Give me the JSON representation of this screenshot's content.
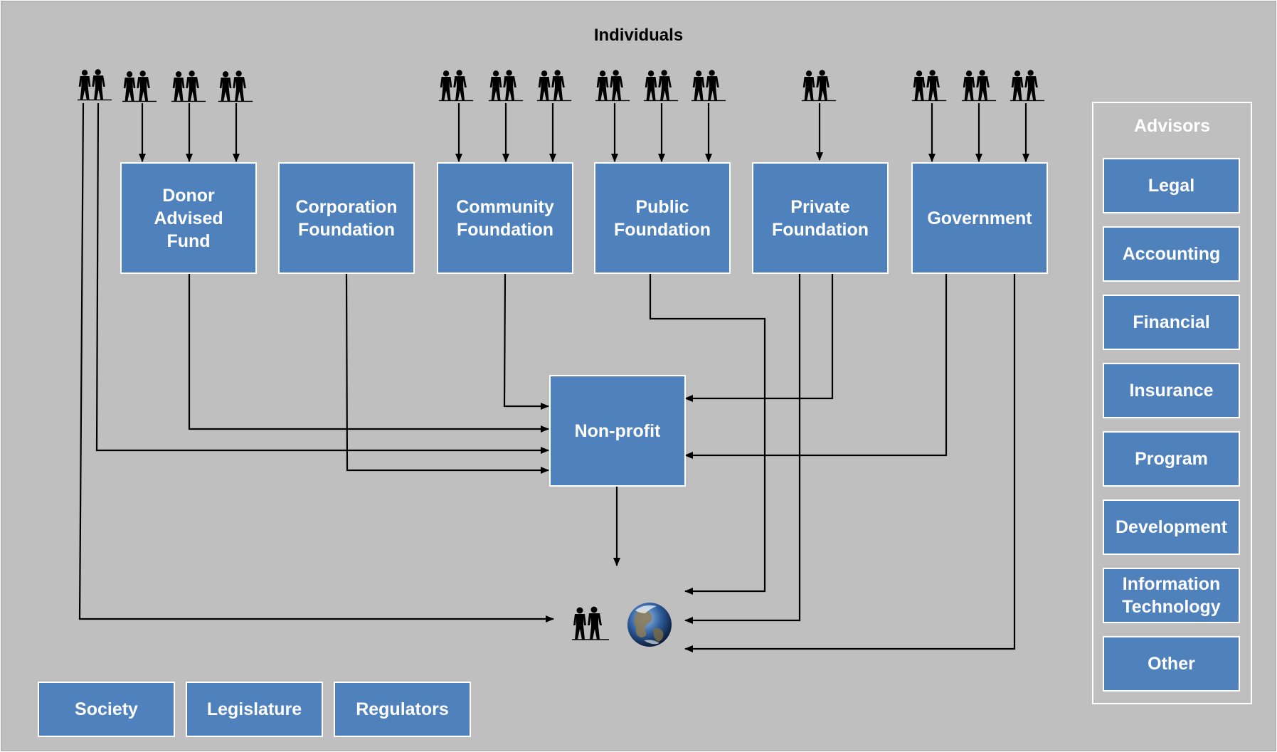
{
  "title": "Individuals",
  "boxes": {
    "donor_advised_fund": "Donor\nAdvised\nFund",
    "corporation_foundation": "Corporation\nFoundation",
    "community_foundation": "Community\nFoundation",
    "public_foundation": "Public\nFoundation",
    "private_foundation": "Private\nFoundation",
    "government": "Government",
    "non_profit": "Non-profit"
  },
  "advisors": {
    "title": "Advisors",
    "items": [
      "Legal",
      "Accounting",
      "Financial",
      "Insurance",
      "Program",
      "Development",
      "Information\nTechnology",
      "Other"
    ]
  },
  "bottom": [
    "Society",
    "Legislature",
    "Regulators"
  ],
  "icons": {
    "people": "people-icon",
    "earth": "earth-icon"
  },
  "colors": {
    "background": "#bfbfbf",
    "box": "#4f81bd",
    "border": "#ffffff",
    "line": "#000000"
  }
}
